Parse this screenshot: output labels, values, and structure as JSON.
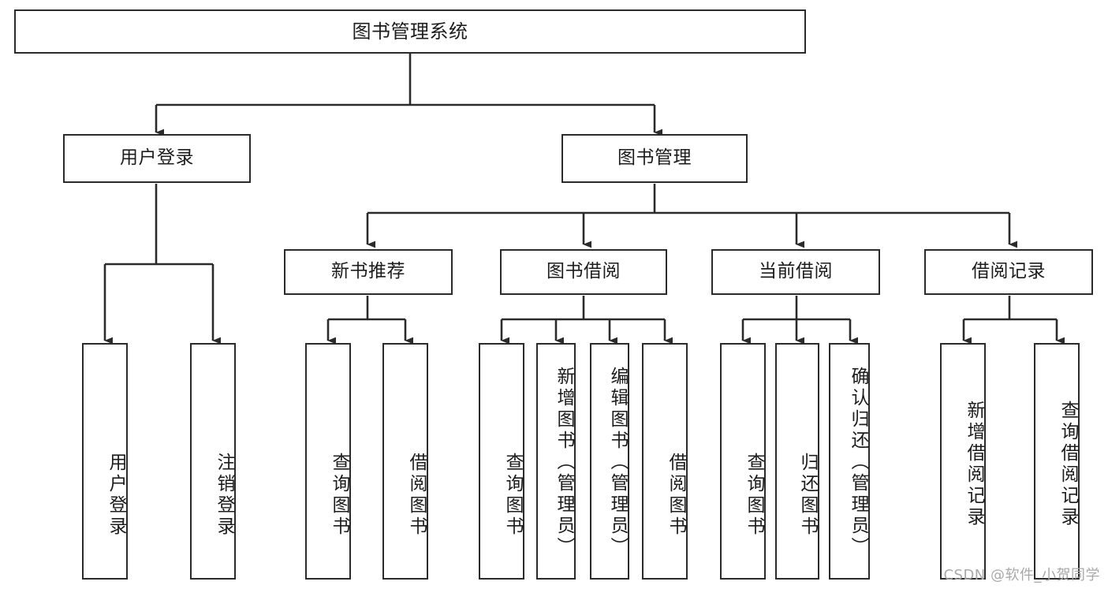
{
  "diagram": {
    "title": "图书管理系统",
    "type": "hierarchy-tree",
    "root": {
      "label": "图书管理系统"
    },
    "level2": [
      {
        "label": "用户登录"
      },
      {
        "label": "图书管理"
      }
    ],
    "level3": [
      {
        "label": "新书推荐"
      },
      {
        "label": "图书借阅"
      },
      {
        "label": "当前借阅"
      },
      {
        "label": "借阅记录"
      }
    ],
    "leaves": {
      "user_login": [
        {
          "label": "用户登录"
        },
        {
          "label": "注销登录"
        }
      ],
      "new_book_recommend": [
        {
          "label": "查询图书"
        },
        {
          "label": "借阅图书"
        }
      ],
      "book_borrow": [
        {
          "label": "查询图书"
        },
        {
          "label": "新增图书（管理员）"
        },
        {
          "label": "编辑图书（管理员）"
        },
        {
          "label": "借阅图书"
        }
      ],
      "current_borrow": [
        {
          "label": "查询图书"
        },
        {
          "label": "归还图书"
        },
        {
          "label": "确认归还（管理员）"
        }
      ],
      "borrow_record": [
        {
          "label": "新增借阅记录"
        },
        {
          "label": "查询借阅记录"
        }
      ]
    }
  },
  "watermark": {
    "text": "CSDN @软件_小贺同学"
  },
  "colors": {
    "box_border": "#2b2b2b",
    "box_fill": "#ffffff",
    "connector": "#2b2b2b",
    "text": "#1c1c1c",
    "watermark": "#a9a9a9"
  }
}
